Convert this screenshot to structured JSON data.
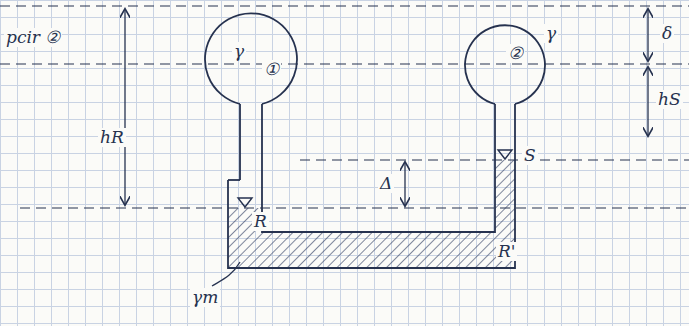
{
  "diagram": {
    "labels": [
      "pcir ②",
      "hR",
      "γ",
      "①",
      "②",
      "γ",
      "δ",
      "hS",
      "Δ",
      "S",
      "R",
      "R'",
      "γm"
    ]
  }
}
